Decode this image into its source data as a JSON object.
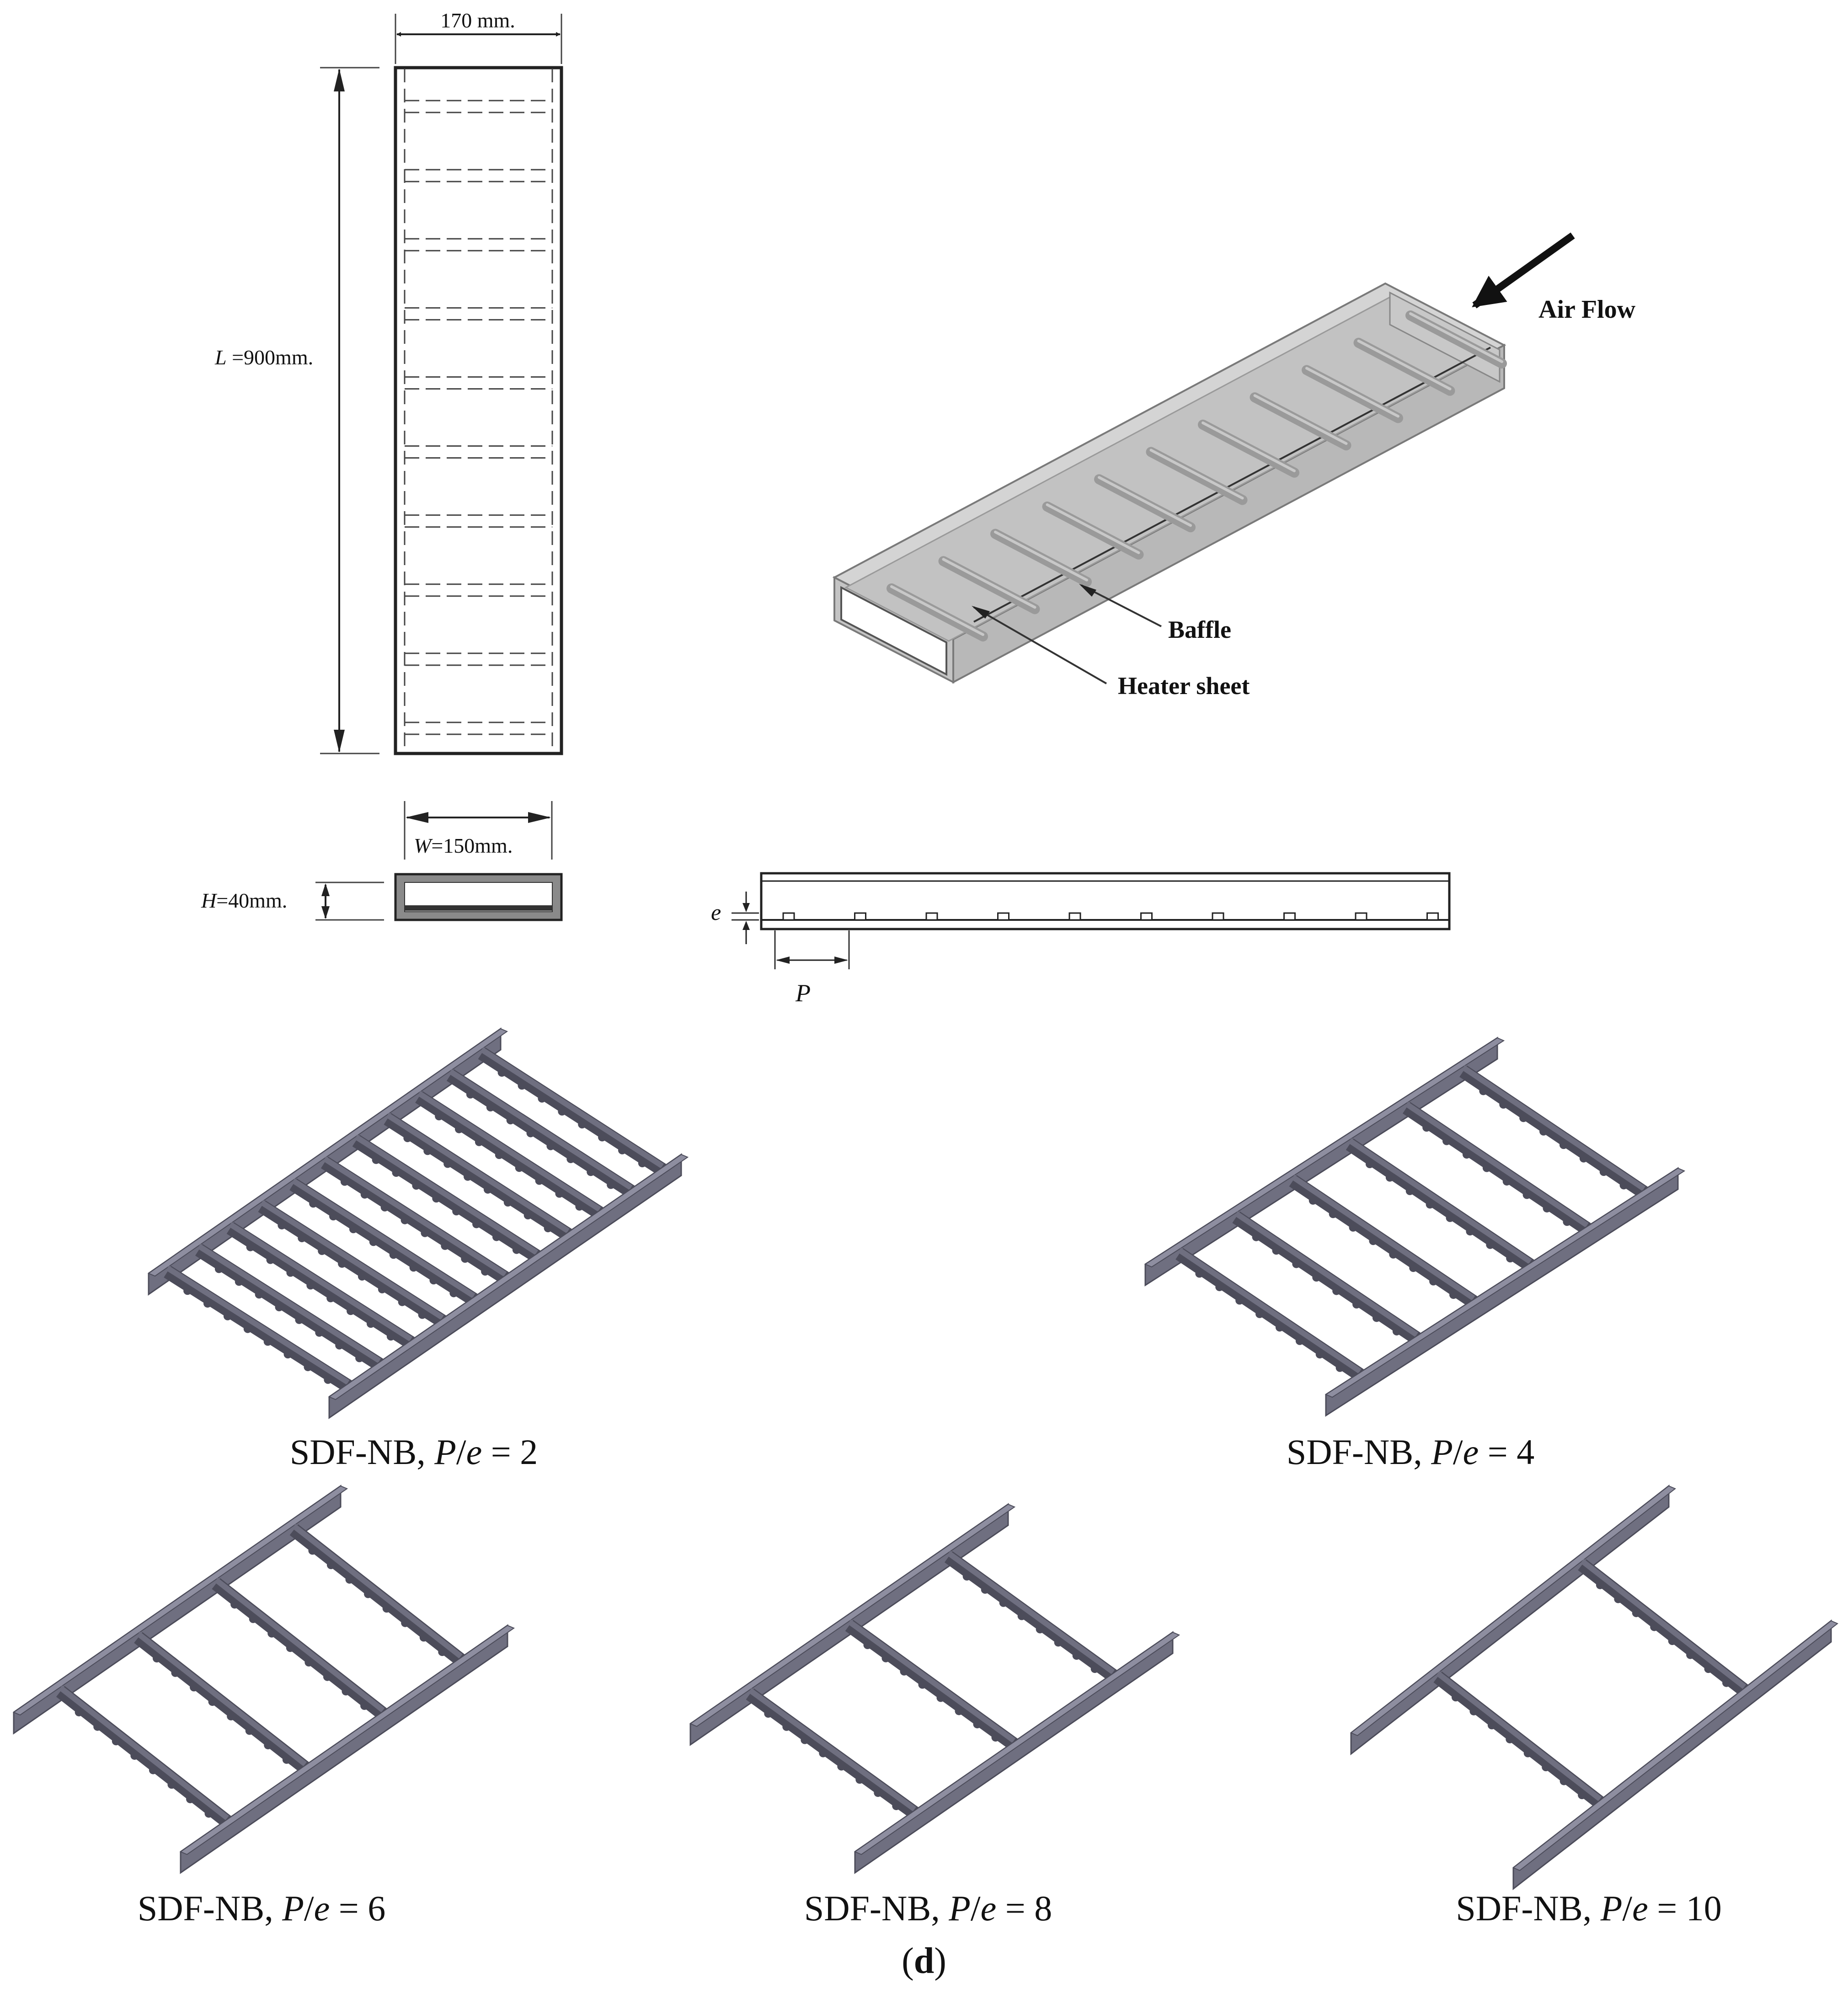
{
  "plan_view": {
    "top_dim": "170 mm.",
    "length_symbol": "L",
    "length_value": " =900mm.",
    "width_symbol": "W",
    "width_value": "=150mm.",
    "height_symbol": "H",
    "height_value": "=40mm."
  },
  "iso_view": {
    "air_flow": "Air Flow",
    "baffle": "Baffle",
    "heater_sheet": "Heater sheet"
  },
  "side_view": {
    "e_label": "e",
    "p_label": "P"
  },
  "variants": [
    {
      "prefix": "SDF-NB, ",
      "p": "P",
      "slash": "/",
      "e": "e",
      "eq": " = ",
      "value": "2",
      "count": 11
    },
    {
      "prefix": "SDF-NB, ",
      "p": "P",
      "slash": "/",
      "e": "e",
      "eq": " = ",
      "value": "4",
      "count": 6
    },
    {
      "prefix": "SDF-NB, ",
      "p": "P",
      "slash": "/",
      "e": "e",
      "eq": " = ",
      "value": "6",
      "count": 4
    },
    {
      "prefix": "SDF-NB, ",
      "p": "P",
      "slash": "/",
      "e": "e",
      "eq": " = ",
      "value": "8",
      "count": 3
    },
    {
      "prefix": "SDF-NB, ",
      "p": "P",
      "slash": "/",
      "e": "e",
      "eq": " = ",
      "value": "10",
      "count": 2
    }
  ],
  "panel": {
    "open": "(",
    "letter": "d",
    "close": ")"
  },
  "colors": {
    "steel": "#6f6f80",
    "steel_dark": "#4c4c5a",
    "steel_light": "#8e8ea0",
    "duct": "#c9c9c9",
    "line": "#222222"
  }
}
